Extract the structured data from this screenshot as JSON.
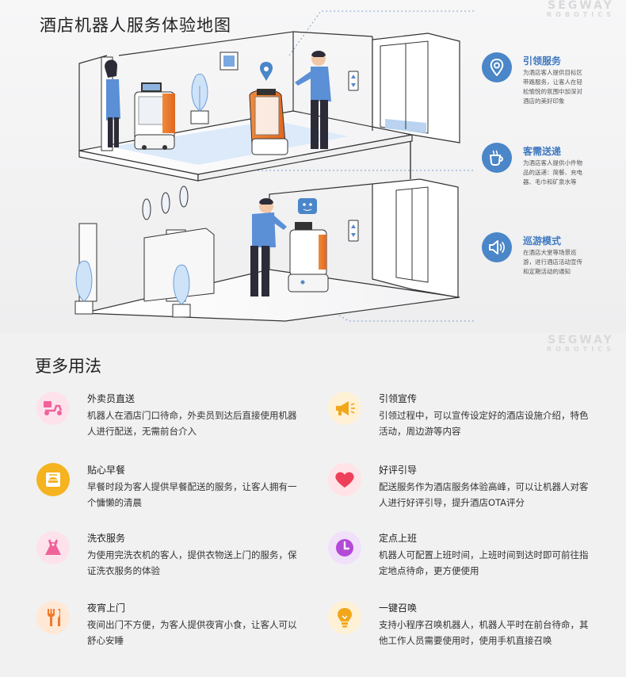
{
  "header": {
    "title": "酒店机器人服务体验地图",
    "brand_top": "SEGWAY",
    "brand_bottom": "ROBOTICS"
  },
  "features": [
    {
      "name": "引领服务",
      "icon": "location-pin-icon",
      "desc": "为酒店客人提供目标区带路服务，让客人在轻松愉悦的氛围中加深对酒店的美好印象"
    },
    {
      "name": "客需送递",
      "icon": "coffee-cup-icon",
      "desc": "为酒店客人提供小件物品的送递：简餐、充电器、毛巾和矿泉水等"
    },
    {
      "name": "巡游模式",
      "icon": "speaker-icon",
      "desc": "在酒店大堂等场景巡游，进行酒店活动宣传和定期活动的通知"
    }
  ],
  "usage_section": {
    "title": "更多用法",
    "items": [
      {
        "name": "外卖员直送",
        "icon": "delivery-scooter-icon",
        "desc": "机器人在酒店门口待命，外卖员到达后直接使用机器人进行配送，无需前台介入"
      },
      {
        "name": "引领宣传",
        "icon": "megaphone-icon",
        "desc": "引领过程中，可以宣传设定好的酒店设施介绍，特色活动，周边游等内容"
      },
      {
        "name": "贴心早餐",
        "icon": "breakfast-icon",
        "desc": "早餐时段为客人提供早餐配送的服务，让客人拥有一个慵懒的清晨"
      },
      {
        "name": "好评引导",
        "icon": "heart-icon",
        "desc": "配送服务作为酒店服务体验高峰，可以让机器人对客人进行好评引导，提升酒店OTA评分"
      },
      {
        "name": "洗衣服务",
        "icon": "dress-icon",
        "desc": "为使用完洗衣机的客人，提供衣物送上门的服务，保证洗衣服务的体验"
      },
      {
        "name": "定点上班",
        "icon": "clock-icon",
        "desc": "机器人可配置上班时间，上班时间到达时即可前往指定地点待命，更方便使用"
      },
      {
        "name": "夜宵上门",
        "icon": "fork-knife-icon",
        "desc": "夜间出门不方便，为客人提供夜宵小食，让客人可以舒心安睡"
      },
      {
        "name": "一键召唤",
        "icon": "light-bulb-icon",
        "desc": "支持小程序召唤机器人，机器人平时在前台待命，其他工作人员需要使用时，使用手机直接召唤"
      }
    ]
  },
  "colors": {
    "feature_blue": "#4a86c8",
    "accent_orange": "#e8762b",
    "pink": "#f0629a",
    "gold": "#f2a71b",
    "red": "#ee4058",
    "purple": "#b34ad6"
  }
}
